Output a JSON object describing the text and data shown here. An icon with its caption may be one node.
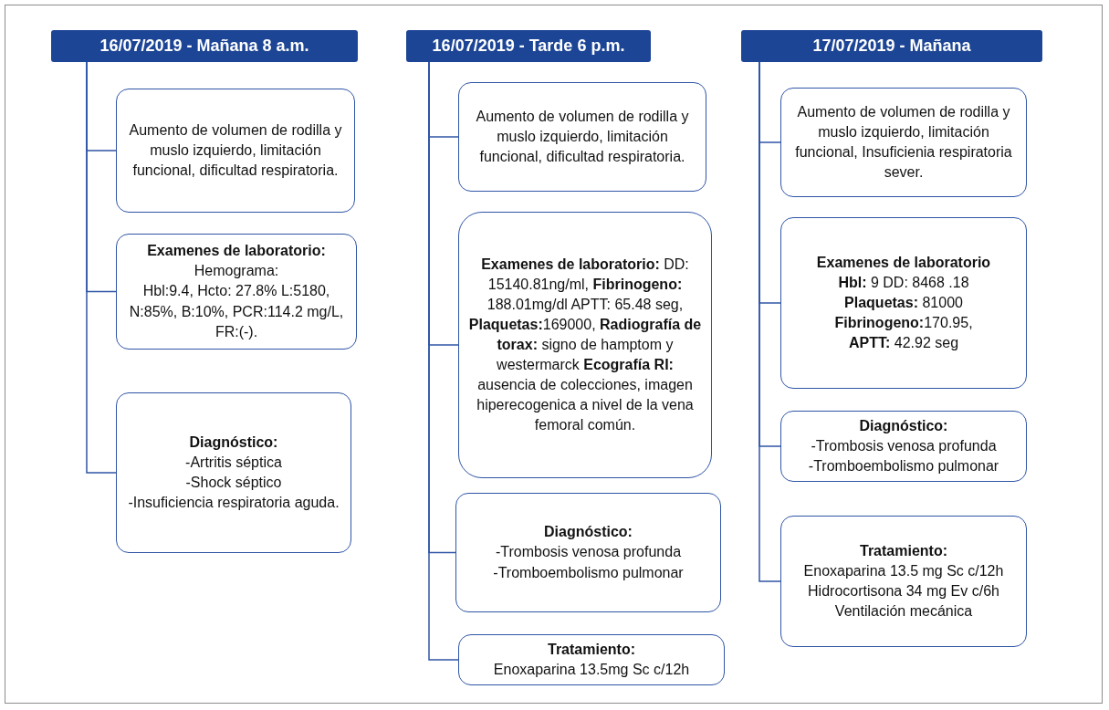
{
  "diagram": {
    "nodes": [
      {
        "text": [
          "16/07/2019 - Mañana 8 a.m."
        ]
      },
      {
        "text": [
          "Aumento de volumen de rodilla y muslo izquierdo, limitación funcional, dificultad respiratoria."
        ]
      },
      {
        "text": [
          "Examenes de laboratorio:",
          "Hemograma:",
          "Hbl:9.4, Hcto: 27.8% L:5180, N:85%, B:10%, PCR:114.2 mg/L, FR:(-)."
        ]
      },
      {
        "text": [
          "Diagnóstico:",
          "-Artritis séptica",
          "-Shock séptico",
          "-Insuficiencia respiratoria aguda."
        ]
      },
      {
        "text": [
          "16/07/2019 - Tarde 6 p.m."
        ]
      },
      {
        "text": [
          "Aumento de volumen de rodilla y muslo izquierdo, limitación funcional, dificultad respiratoria."
        ]
      },
      {
        "text": [
          "**Examenes de laboratorio:** DD: 15140.81ng/ml, **Fibrinogeno:** 188.01mg/dl APTT: 65.48 seg, **Plaquetas:**169000, **Radiografía de torax:** signo de hamptom y westermarck **Ecografía RI:** ausencia de colecciones, imagen hiperecogenica a nivel de la vena femoral común."
        ]
      },
      {
        "text": [
          "Diagnóstico:",
          "-Trombosis venosa profunda",
          "-Tromboembolismo pulmonar"
        ]
      },
      {
        "text": [
          "Tratamiento:",
          "Enoxaparina 13.5mg Sc c/12h"
        ]
      },
      {
        "text": [
          "17/07/2019 - Mañana"
        ]
      },
      {
        "text": [
          "Aumento de volumen de rodilla y muslo izquierdo, limitación funcional, Insuficienia respiratoria sever."
        ]
      },
      {
        "text": [
          "Examenes de laboratorio",
          "**Hbl:** 9 DD: 8468 .18",
          "**Plaquetas:** 81000",
          "**Fibrinogeno:**170.95,",
          "**APTT:** 42.92 seg"
        ]
      },
      {
        "text": [
          "Diagnóstico:",
          "-Trombosis venosa profunda",
          "-Tromboembolismo pulmonar"
        ]
      },
      {
        "text": [
          "Tratamiento:",
          "Enoxaparina 13.5 mg Sc c/12h",
          "Hidrocortisona 34 mg Ev c/6h",
          "Ventilación mecánica"
        ]
      }
    ],
    "edges": [
      {
        "from": 0,
        "to": 1,
        "arrow": "none"
      },
      {
        "from": 0,
        "to": 2,
        "arrow": "none"
      },
      {
        "from": 0,
        "to": 3,
        "arrow": "none"
      },
      {
        "from": 4,
        "to": 5,
        "arrow": "none"
      },
      {
        "from": 4,
        "to": 6,
        "arrow": "none"
      },
      {
        "from": 4,
        "to": 7,
        "arrow": "none"
      },
      {
        "from": 4,
        "to": 8,
        "arrow": "none"
      },
      {
        "from": 9,
        "to": 10,
        "arrow": "none"
      },
      {
        "from": 9,
        "to": 11,
        "arrow": "none"
      },
      {
        "from": 9,
        "to": 12,
        "arrow": "none"
      },
      {
        "from": 9,
        "to": 13,
        "arrow": "none"
      }
    ]
  }
}
